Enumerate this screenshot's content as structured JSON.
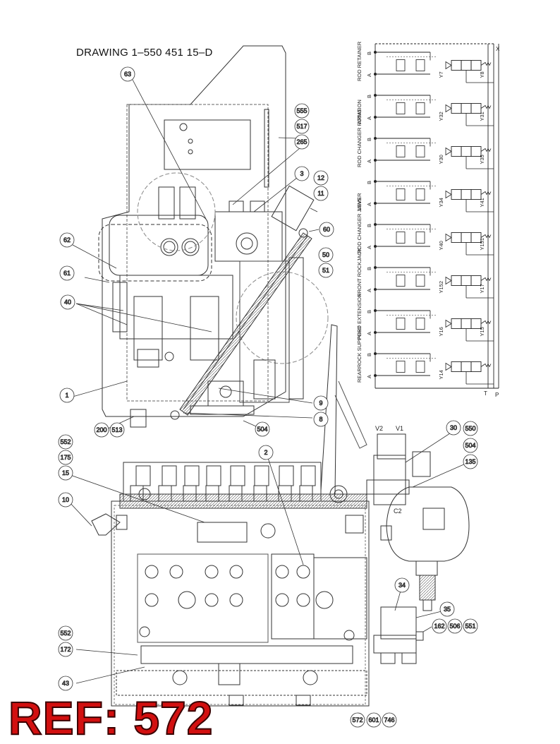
{
  "drawing_title": "DRAWING  1–550 451 15–D",
  "ref_stamp": "REF: 572",
  "callouts": {
    "c63": "63",
    "c555": "555",
    "c517": "517",
    "c265": "265",
    "c3": "3",
    "c12": "12",
    "c11": "11",
    "c60": "60",
    "c62": "62",
    "c61": "61",
    "c40": "40",
    "c50": "50",
    "c51": "51",
    "c1": "1",
    "c9": "9",
    "c8": "8",
    "c200": "200",
    "c513": "513",
    "c504a": "504",
    "c552a": "552",
    "c175": "175",
    "c15": "15",
    "c2": "2",
    "c10": "10",
    "c30": "30",
    "c550": "550",
    "c504b": "504",
    "c135": "135",
    "c34": "34",
    "c35": "35",
    "c162": "162",
    "c506": "506",
    "c551": "551",
    "c552b": "552",
    "c172": "172",
    "c43": "43",
    "c572": "572",
    "c601": "601",
    "c746": "746"
  },
  "valve_labels": {
    "v2": "V2",
    "v1": "V1",
    "c2": "C2"
  },
  "schematic": {
    "top_marker": "X",
    "bottom_t": "T",
    "bottom_p": "P",
    "sections": [
      {
        "name": "ROD RETAINER",
        "ports": [
          "B",
          "A"
        ],
        "solenoids": [
          "Y7",
          "Y8"
        ]
      },
      {
        "name": "ARMS",
        "ports": [
          "B",
          "A"
        ],
        "solenoids": [
          "Y32",
          "Y31"
        ]
      },
      {
        "name": "ROD CHANGER ROTATION",
        "ports": [
          "B",
          "A"
        ],
        "solenoids": [
          "Y30",
          "Y35"
        ]
      },
      {
        "name": "LEVER",
        "ports": [
          "B",
          "A"
        ],
        "solenoids": [
          "Y34",
          "Y41"
        ]
      },
      {
        "name": "ROD CHANGER JAWS",
        "ports": [
          "B",
          "A"
        ],
        "solenoids": [
          "Y40",
          "Y151"
        ]
      },
      {
        "name": "FRONT ROCKJACK",
        "ports": [
          "B",
          "A"
        ],
        "solenoids": [
          "Y152",
          "Y17"
        ]
      },
      {
        "name": "FEED EXTENSION",
        "ports": [
          "B",
          "A"
        ],
        "solenoids": [
          "Y16",
          "Y15"
        ]
      },
      {
        "name": "REARROCK SUPPORT",
        "ports": [
          "B",
          "A"
        ],
        "solenoids": [
          "Y14"
        ]
      }
    ]
  },
  "colors": {
    "line": "#222222",
    "stamp": "#d21010"
  }
}
